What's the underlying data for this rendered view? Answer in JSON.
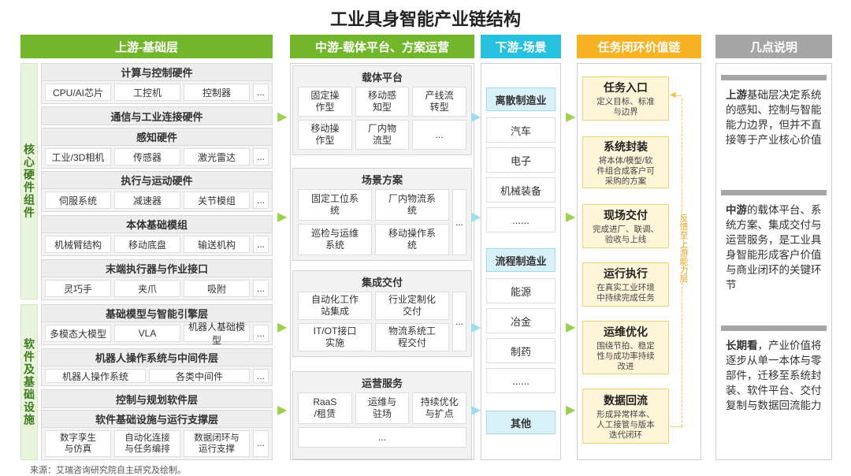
{
  "title": "工业具身智能产业链结构",
  "headers": {
    "upstream": "上游-基础层",
    "midstream": "中游-载体平台、方案运营",
    "downstream": "下游-场景",
    "loop": "任务闭环价值链",
    "notes": "几点说明"
  },
  "upstream": {
    "core_label": "核心硬件组件",
    "software_label": "软件及基础设施",
    "core_groups": [
      {
        "name": "计算与控制硬件",
        "items": [
          "CPU/AI芯片",
          "工控机",
          "控制器",
          "..."
        ]
      },
      {
        "name": "通信与工业连接硬件",
        "items": []
      },
      {
        "name": "感知硬件",
        "items": [
          "工业/3D相机",
          "传感器",
          "激光雷达",
          "..."
        ]
      },
      {
        "name": "执行与运动硬件",
        "items": [
          "伺服系统",
          "减速器",
          "关节模组",
          "..."
        ]
      },
      {
        "name": "本体基础模组",
        "items": [
          "机械臂结构",
          "移动底盘",
          "输送机构",
          "..."
        ]
      },
      {
        "name": "末端执行器与作业接口",
        "items": [
          "灵巧手",
          "夹爪",
          "吸附",
          "..."
        ]
      }
    ],
    "software_groups": [
      {
        "name": "基础模型与智能引擎层",
        "items": [
          "多模态大模型",
          "VLA",
          "机器人基础模型",
          "..."
        ]
      },
      {
        "name": "机器人操作系统与中间件层",
        "items": [
          "机器人操作系统",
          "各类中间件",
          "..."
        ]
      },
      {
        "name": "控制与规划软件层",
        "items": []
      },
      {
        "name": "软件基础设施与运行支撑层",
        "items": [
          "数字孪生\n与仿真",
          "自动化连接\n与任务编排",
          "数据闭环与\n运行支撑",
          "..."
        ]
      }
    ]
  },
  "midstream": [
    {
      "name": "载体平台",
      "items": [
        "固定操\n作型",
        "移动感\n知型",
        "产线流\n转型",
        "移动操\n作型",
        "厂内物\n流型",
        "..."
      ]
    },
    {
      "name": "场景方案",
      "items": [
        "固定工位系\n统",
        "厂内物流系\n统",
        "巡检与运维\n系统",
        "移动操作系\n统"
      ],
      "more": "..."
    },
    {
      "name": "集成交付",
      "items": [
        "自动化工作\n站集成",
        "行业定制化\n交付",
        "IT/OT接口\n实施",
        "物流系统工\n程交付"
      ],
      "more": "..."
    },
    {
      "name": "运营服务",
      "items": [
        "RaaS\n/租赁",
        "运维与\n驻场",
        "持续优化\n与扩点"
      ],
      "more": "..."
    }
  ],
  "downstream": {
    "discrete_head": "离散制造业",
    "discrete_items": [
      "汽车",
      "电子",
      "机械装备",
      "......"
    ],
    "process_head": "流程制造业",
    "process_items": [
      "能源",
      "冶金",
      "制药",
      "......"
    ],
    "other_head": "其他"
  },
  "loop": {
    "steps": [
      {
        "title": "任务入口",
        "desc": "定义目标、标准\n与边界"
      },
      {
        "title": "系统封装",
        "desc": "将本体/模型/软\n件组合成客户可\n采购的方案"
      },
      {
        "title": "现场交付",
        "desc": "完成进厂、联调、\n验收与上线"
      },
      {
        "title": "运行执行",
        "desc": "在真实工业环境\n中持续完成任务"
      },
      {
        "title": "运维优化",
        "desc": "围绕节拍、稳定\n性与成功率持续\n改进"
      },
      {
        "title": "数据回流",
        "desc": "形成异常样本、\n人工接管与版本\n迭代闭环"
      }
    ],
    "feedback": "反馈至上游能力层"
  },
  "notes": [
    {
      "key": "上游",
      "text": "基础层决定系统的感知、控制与智能能力边界，但并不直接等于产业核心价值"
    },
    {
      "key": "中游",
      "text": "的载体平台、系统方案、集成交付与运营服务，是工业具身智能形成客户价值与商业闭环的关键环节"
    },
    {
      "key": "长期看",
      "text": "，产业价值将逐步从单一本体与零部件，迁移至系统封装、软件平台、交付复制与数据回流能力"
    }
  ],
  "source": "来源：艾瑞咨询研究院自主研究及绘制。"
}
